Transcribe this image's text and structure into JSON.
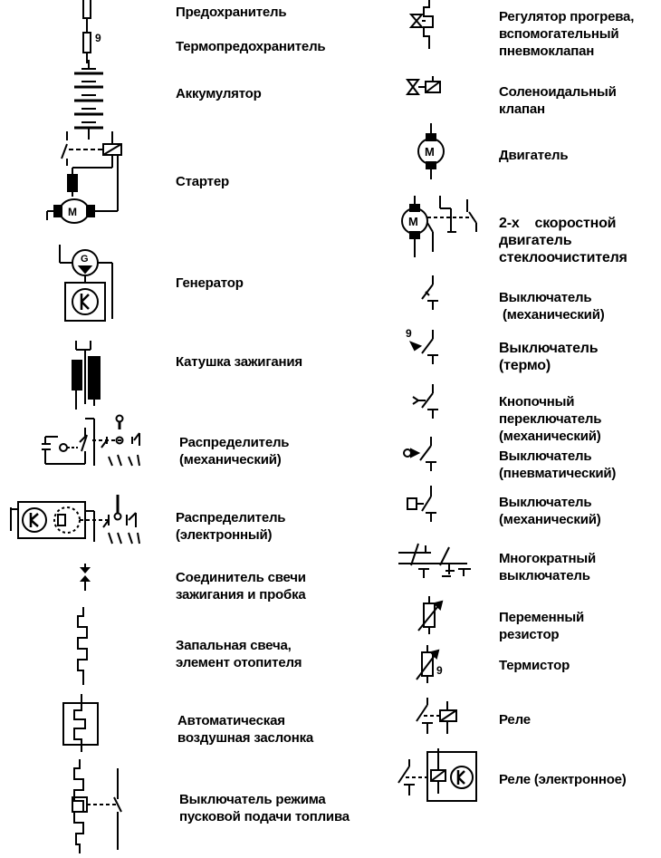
{
  "left_column": [
    {
      "id": "fuse",
      "icon": "fuse-icon",
      "label": "Предохранитель"
    },
    {
      "id": "thermo-fuse",
      "icon": "thermal-fuse-icon",
      "label": "Термопредохранитель",
      "mark": "9"
    },
    {
      "id": "battery",
      "icon": "battery-icon",
      "label": "Аккумулятор"
    },
    {
      "id": "starter",
      "icon": "starter-icon",
      "label": "Стартер",
      "mark": "M"
    },
    {
      "id": "generator",
      "icon": "generator-icon",
      "label": "Генератор",
      "mark": "G"
    },
    {
      "id": "ignition-coil",
      "icon": "ignition-coil-icon",
      "label": "Катушка зажигания"
    },
    {
      "id": "distributor-mech",
      "icon": "distributor-mechanical-icon",
      "label": "Распределитель\n(механический)"
    },
    {
      "id": "distributor-elec",
      "icon": "distributor-electronic-icon",
      "label": "Распределитель\n(электронный)"
    },
    {
      "id": "plug-connector",
      "icon": "spark-plug-connector-icon",
      "label": "Соединитель свечи\nзажигания и пробка"
    },
    {
      "id": "glow-plug",
      "icon": "glow-plug-icon",
      "label": "Запальная свеча,\nэлемент отопителя"
    },
    {
      "id": "choke",
      "icon": "auto-choke-icon",
      "label": "Автоматическая\nвоздушная заслонка"
    },
    {
      "id": "start-switch",
      "icon": "start-fuel-switch-icon",
      "label": "Выключатель режима\nпусковой подачи топлива"
    }
  ],
  "right_column": [
    {
      "id": "warmup-regulator",
      "icon": "warmup-regulator-icon",
      "label": "Регулятор прогрева,\nвспомогательный\nпневмоклапан"
    },
    {
      "id": "solenoid-valve",
      "icon": "solenoid-valve-icon",
      "label": "Соленоидальный\nклапан"
    },
    {
      "id": "motor",
      "icon": "motor-icon",
      "label": "Двигатель",
      "mark": "M"
    },
    {
      "id": "wiper-motor",
      "icon": "two-speed-wiper-motor-icon",
      "label": "2-х    скоростной\nдвигатель\nстеклоочистителя",
      "mark": "M"
    },
    {
      "id": "switch-mech",
      "icon": "mechanical-switch-icon",
      "label": "Выключатель\n (механический)"
    },
    {
      "id": "switch-thermo",
      "icon": "thermo-switch-icon",
      "label": "Выключатель\n(термо)",
      "mark": "9"
    },
    {
      "id": "push-switch",
      "icon": "push-button-switch-icon",
      "label": "Кнопочный\nпереключатель\n(механический)"
    },
    {
      "id": "switch-pneumatic",
      "icon": "pneumatic-switch-icon",
      "label": "Выключатель\n(пневматический)"
    },
    {
      "id": "switch-mech-2",
      "icon": "mechanical-switch-2-icon",
      "label": "Выключатель\n(механический)"
    },
    {
      "id": "multi-switch",
      "icon": "multiple-switch-icon",
      "label": "Многократный\nвыключатель"
    },
    {
      "id": "variable-resistor",
      "icon": "variable-resistor-icon",
      "label": "Переменный\nрезистор"
    },
    {
      "id": "thermistor",
      "icon": "thermistor-icon",
      "label": "Термистор",
      "mark": "9"
    },
    {
      "id": "relay",
      "icon": "relay-icon",
      "label": "Реле"
    },
    {
      "id": "relay-elec",
      "icon": "electronic-relay-icon",
      "label": "Реле (электронное)"
    }
  ]
}
